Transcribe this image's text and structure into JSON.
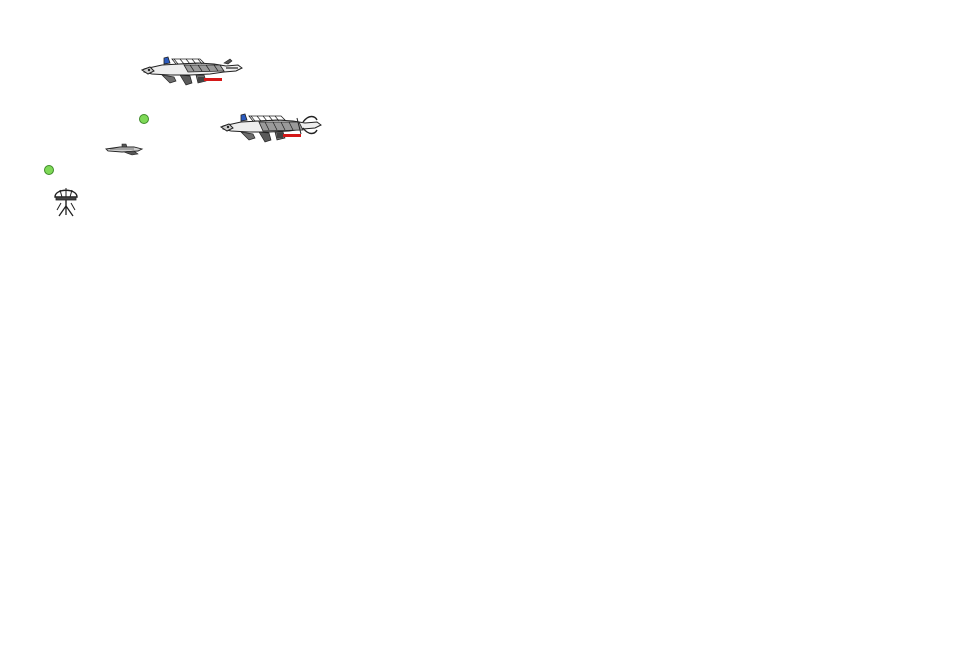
{
  "scene": {
    "background": "#ffffff",
    "sprites": [
      {
        "name": "mech-creature-ship-1",
        "icon": "mech-creature-ship-icon"
      },
      {
        "name": "mech-creature-ship-2",
        "icon": "mech-creature-ship-icon"
      },
      {
        "name": "small-gunship",
        "icon": "small-gunship-icon"
      },
      {
        "name": "jellyfish-drone",
        "icon": "jellyfish-drone-icon"
      },
      {
        "name": "green-orb-1",
        "icon": "green-orb-icon",
        "color": "#7ed957"
      },
      {
        "name": "green-orb-2",
        "icon": "green-orb-icon",
        "color": "#7ed957"
      }
    ]
  },
  "colors": {
    "outline": "#222222",
    "metal": "#7a7a7a",
    "dark_metal": "#444444",
    "accent_blue": "#2b5bbf",
    "accent_red": "#d41818",
    "orb_fill": "#7ed957",
    "orb_edge": "#3f8a2a"
  }
}
